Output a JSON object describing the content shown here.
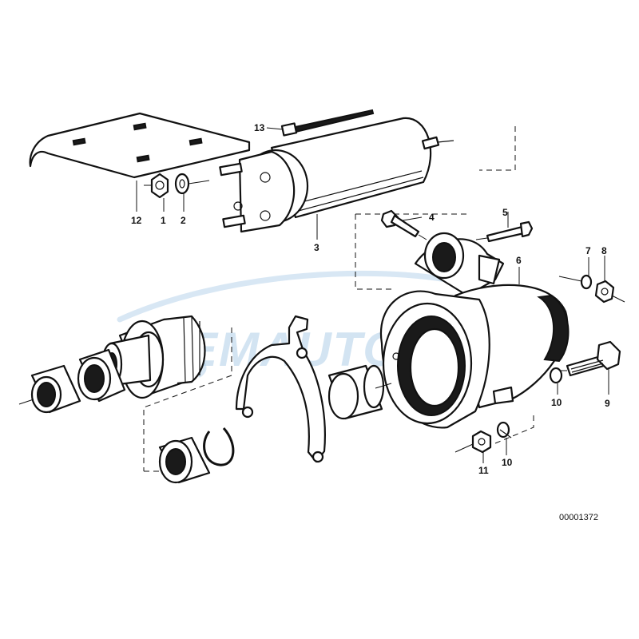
{
  "diagram": {
    "reference_code": "00001372",
    "callouts": [
      "1",
      "2",
      "3",
      "4",
      "5",
      "6",
      "7",
      "8",
      "9",
      "10",
      "10",
      "11",
      "12",
      "13"
    ]
  },
  "watermark": {
    "text": "EMAUTO.EU",
    "color": "#9ec4e4"
  },
  "colors": {
    "line": "#111111",
    "background": "#ffffff"
  }
}
